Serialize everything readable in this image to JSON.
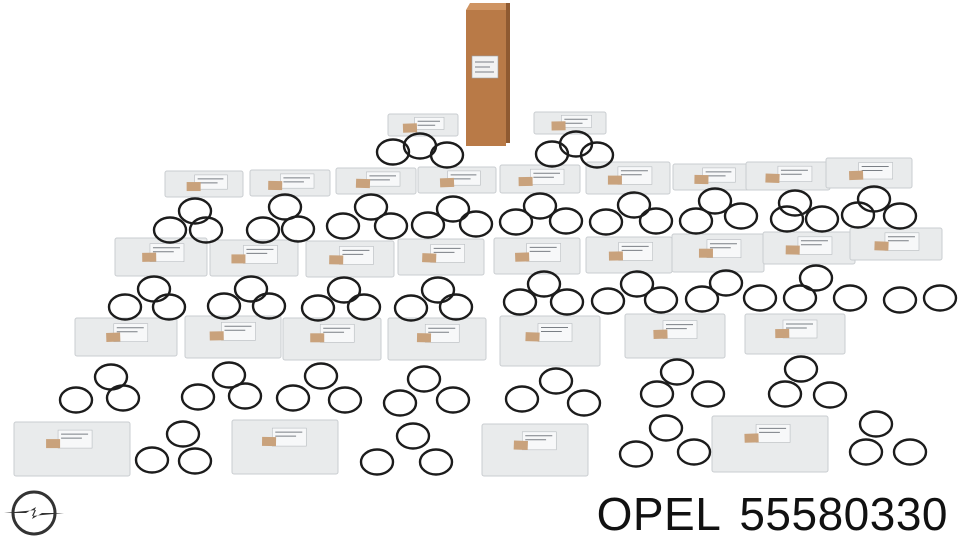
{
  "caption": {
    "brand": "OPEL",
    "part_number": "55580330"
  },
  "logo": {
    "icon": "opel-blitz-logo-icon"
  },
  "photo": {
    "subject": "parts-kit",
    "colors": {
      "box": "#b97a47",
      "bag": "#e9ebec",
      "ring": "#1c1c1c",
      "tag": "#c9a27c"
    }
  }
}
